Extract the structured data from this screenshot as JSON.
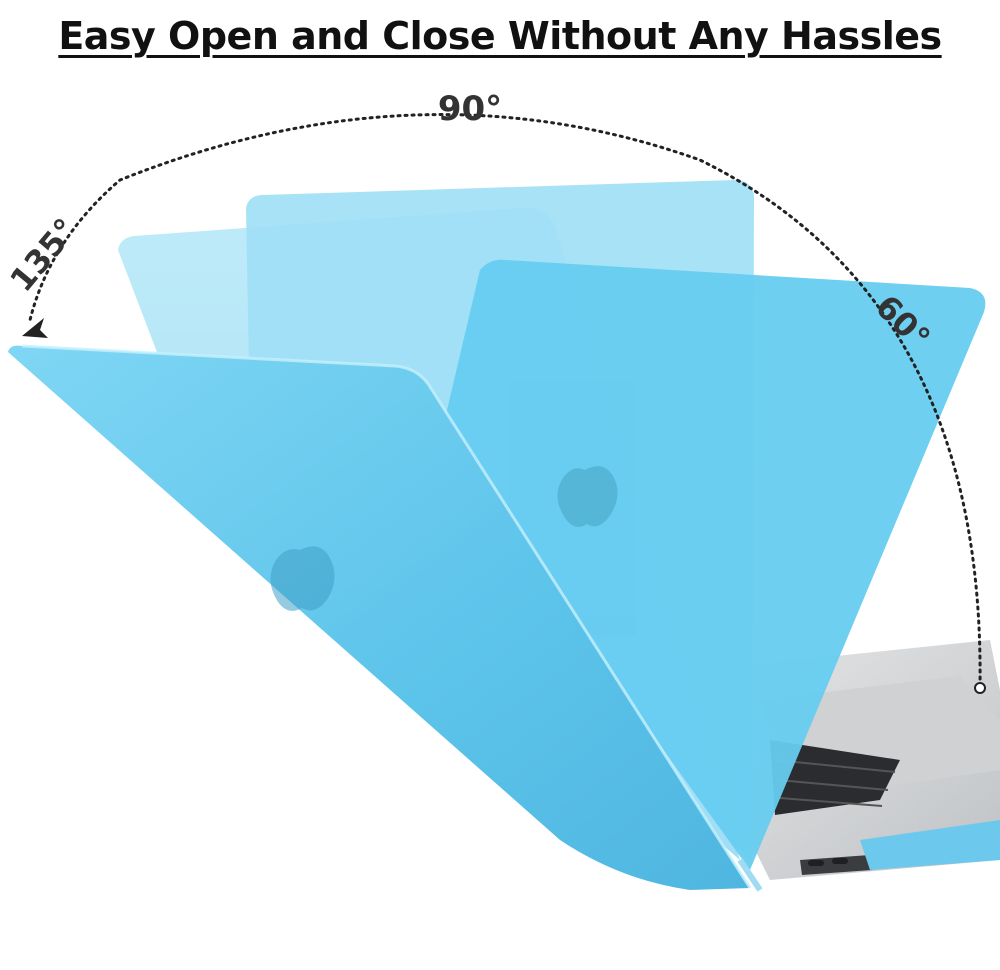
{
  "headline": "Easy Open and Close Without Any Hassles",
  "angles": {
    "top": "90°",
    "left": "135°",
    "right": "60°"
  },
  "colors": {
    "lid_light": "#a6e2f7",
    "lid_mid": "#7fd3f2",
    "lid_main": "#5cc6ec",
    "laptop_silver": "#d6d8da",
    "keyboard": "#2a2c30",
    "arc": "#222222"
  }
}
